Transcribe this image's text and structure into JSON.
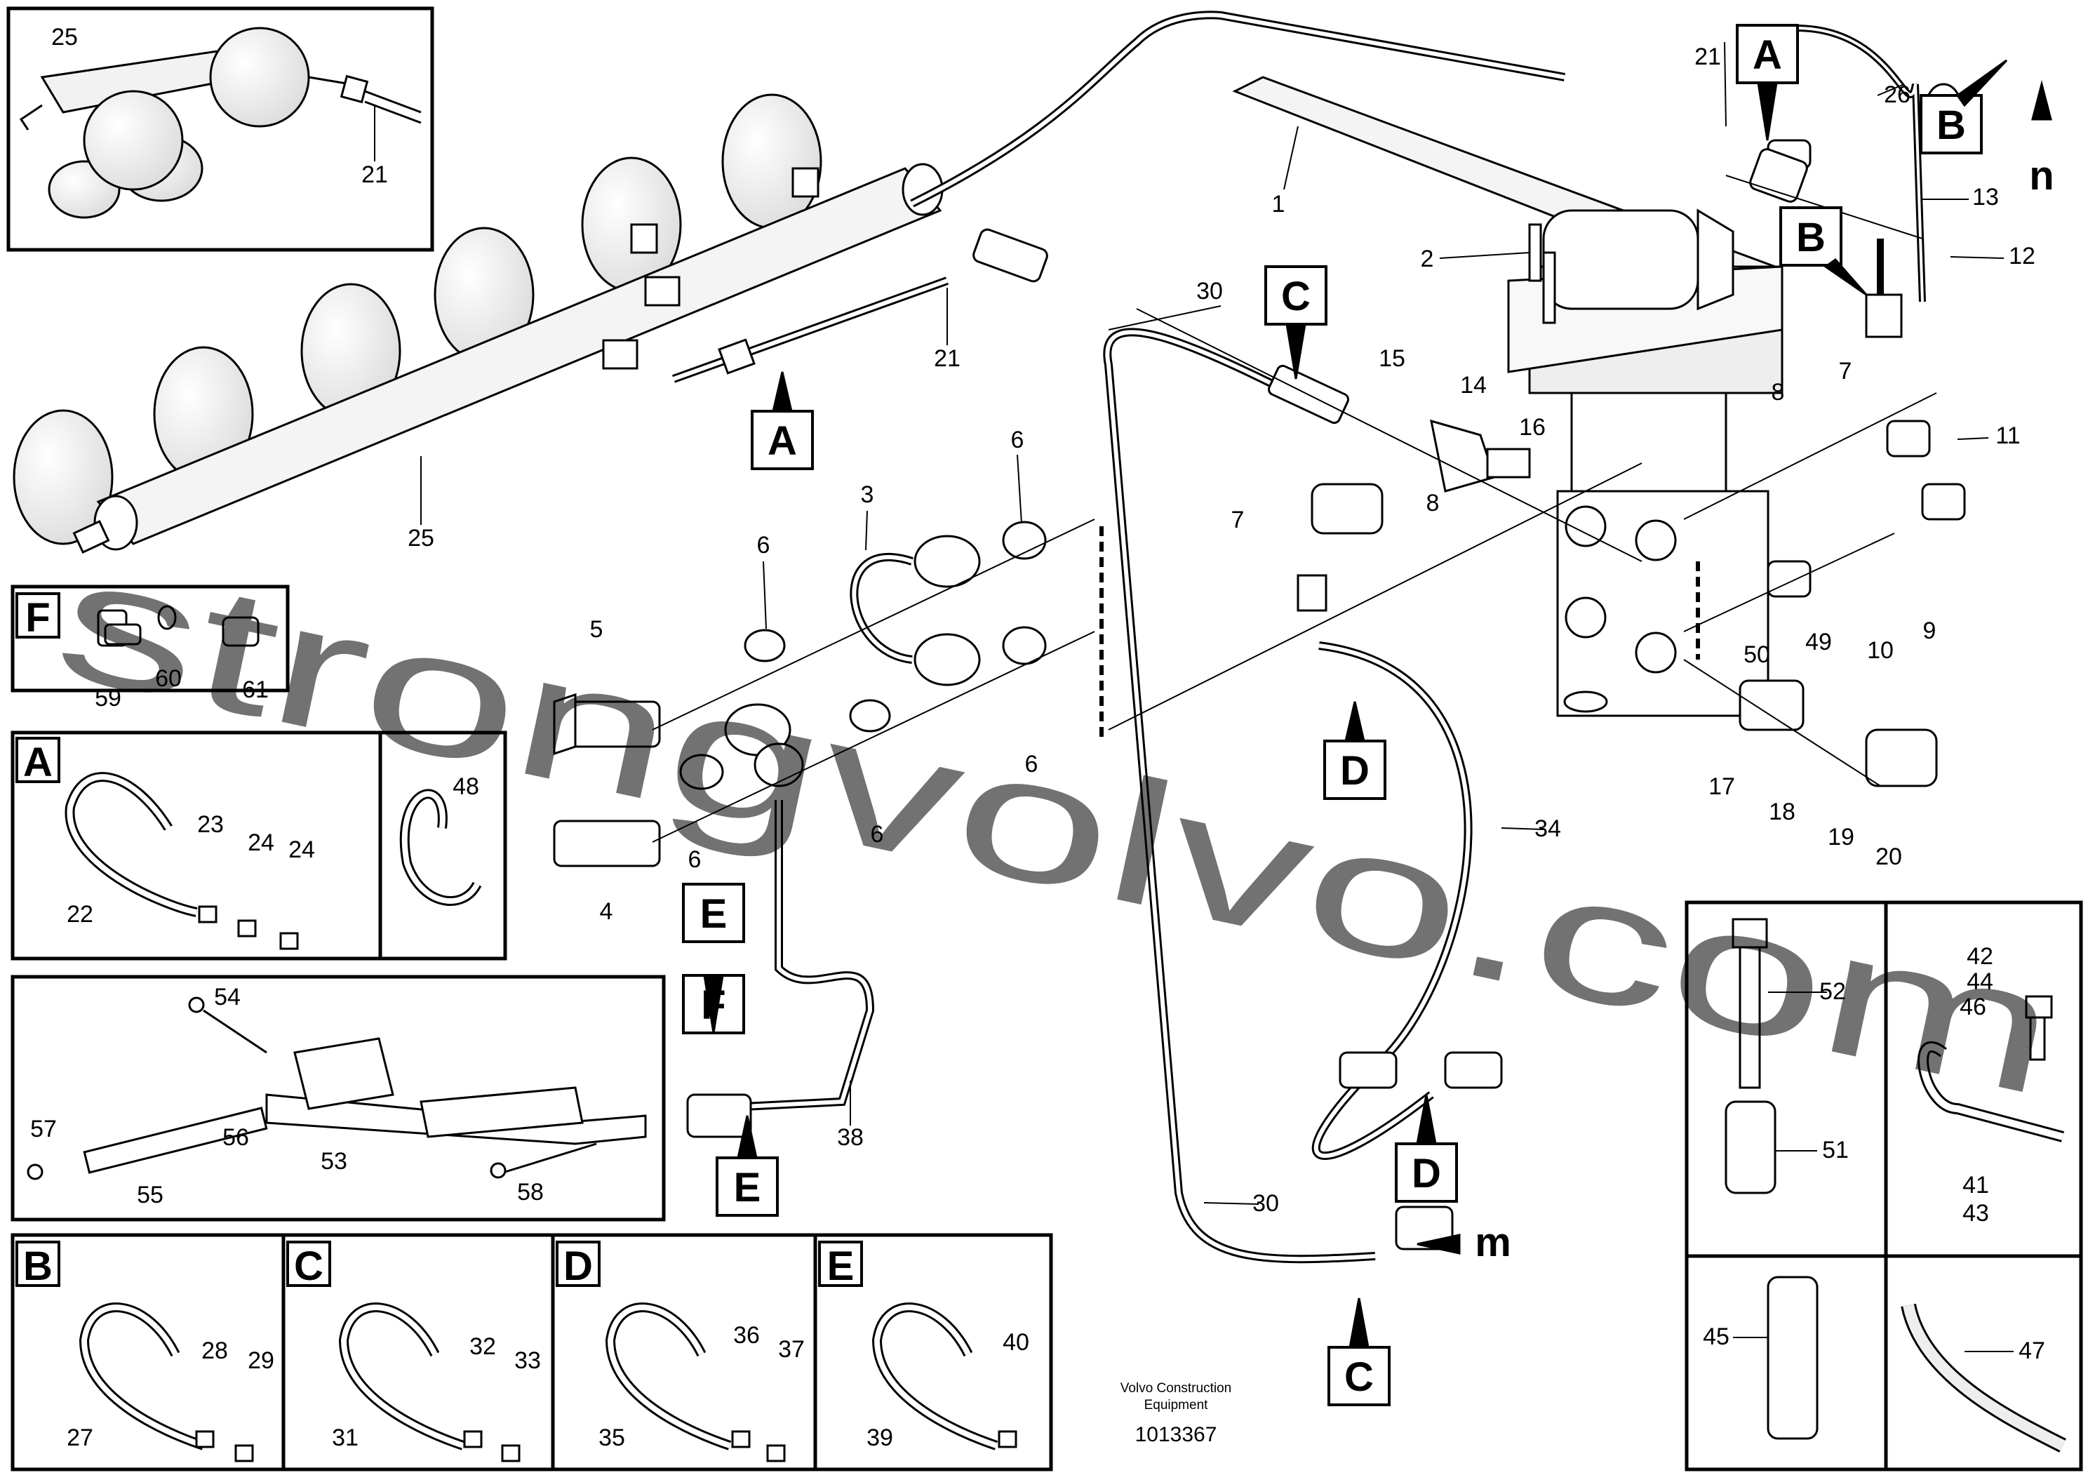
{
  "credits": {
    "company_line1": "Volvo Construction",
    "company_line2": "Equipment",
    "document_number": "1013367"
  },
  "watermark": "strongvolvo.com",
  "box_letters": {
    "A": "A",
    "B": "B",
    "C": "C",
    "D": "D",
    "E": "E",
    "F": "F"
  },
  "direction_letters": {
    "n": "n",
    "m": "m"
  },
  "callouts": {
    "p1": "1",
    "p2": "2",
    "p3": "3",
    "p4": "4",
    "p5": "5",
    "p6": "6",
    "p7": "7",
    "p8": "8",
    "p9": "9",
    "p10": "10",
    "p11": "11",
    "p12": "12",
    "p13": "13",
    "p14": "14",
    "p15": "15",
    "p16": "16",
    "p17": "17",
    "p18": "18",
    "p19": "19",
    "p20": "20",
    "p21": "21",
    "p22": "22",
    "p23": "23",
    "p24": "24",
    "p25": "25",
    "p26": "26",
    "p27": "27",
    "p28": "28",
    "p29": "29",
    "p30": "30",
    "p31": "31",
    "p32": "32",
    "p33": "33",
    "p34": "34",
    "p35": "35",
    "p36": "36",
    "p37": "37",
    "p38": "38",
    "p39": "39",
    "p40": "40",
    "p41": "41",
    "p42": "42",
    "p43": "43",
    "p44": "44",
    "p45": "45",
    "p46": "46",
    "p47": "47",
    "p48": "48",
    "p49": "49",
    "p50": "50",
    "p51": "51",
    "p52": "52",
    "p53": "53",
    "p54": "54",
    "p55": "55",
    "p56": "56",
    "p57": "57",
    "p58": "58",
    "p59": "59",
    "p60": "60",
    "p61": "61"
  }
}
